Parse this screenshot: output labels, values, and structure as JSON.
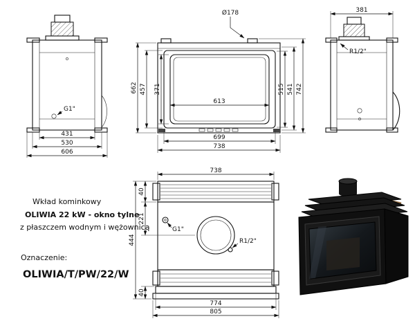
{
  "info": {
    "product_type": "Wkład kominkowy",
    "product_name": "OLIWIA 22 kW - okno tylne",
    "product_desc": "z płaszczem wodnym i wężownicą",
    "designation_label": "Oznaczenie:",
    "designation": "OLIWIA/T/PW/22/W"
  },
  "side_left_view": {
    "dim_431": "431",
    "dim_530": "530",
    "dim_606": "606",
    "port_g1": "G1\""
  },
  "front_view": {
    "dim_flue": "Ø178",
    "dim_662": "662",
    "dim_457": "457",
    "dim_371": "371",
    "dim_613": "613",
    "dim_699": "699",
    "dim_738": "738",
    "dim_515": "515",
    "dim_541": "541",
    "dim_742": "742"
  },
  "side_right_view": {
    "dim_381": "381",
    "port_r12": "R1/2\""
  },
  "top_view": {
    "dim_738": "738",
    "dim_40_top": "40",
    "dim_221": "221",
    "dim_444": "444",
    "dim_40_bottom": "40",
    "dim_774": "774",
    "dim_805": "805",
    "port_g1": "G1\"",
    "port_r12": "R1/2\""
  }
}
